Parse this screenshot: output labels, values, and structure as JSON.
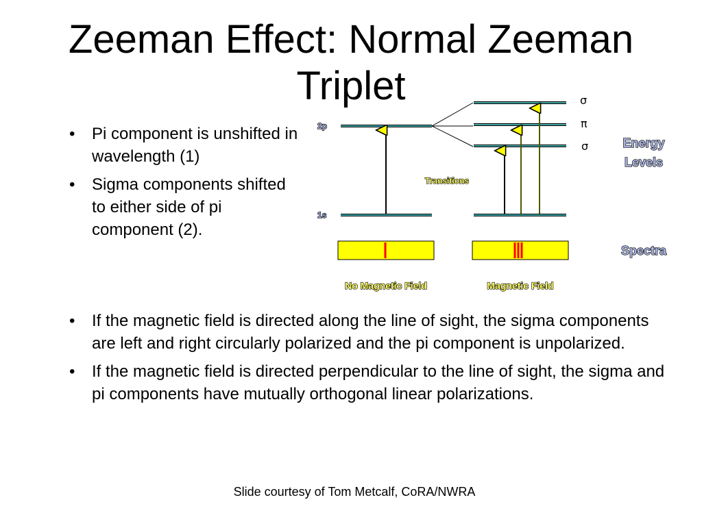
{
  "slide": {
    "title_line1": "Zeeman Effect: Normal Zeeman",
    "title_line2": "Triplet",
    "top_bullets": [
      "Pi component is unshifted in wavelength (1)",
      "Sigma components shifted to either side of pi component (2)."
    ],
    "bottom_bullets": [
      "If the magnetic field is directed along the line of sight, the sigma components are left and right circularly polarized and the pi component is  unpolarized.",
      "If the magnetic field is directed perpendicular to the line of sight, the sigma and pi components have mutually orthogonal linear polarizations."
    ],
    "footer": "Slide courtesy of Tom Metcalf, CoRA/NWRA"
  },
  "diagram": {
    "level_2p": "2p",
    "level_1s": "1s",
    "sigma_top": "σ",
    "pi": "π",
    "sigma_bottom": "σ",
    "energy_line1": "Energy",
    "energy_line2": "Levels",
    "transitions": "Transitions",
    "spectra": "Spectra",
    "no_field": "No Magnetic Field",
    "with_field": "Magnetic Field",
    "colors": {
      "level_line": "#3fa6a6",
      "spectrum_fill": "#ffff00",
      "spectrum_line": "#ff0000",
      "label_fill": "#ffff66",
      "energy_label": "#aab4e0",
      "arrow_green": "#4a5a00"
    }
  }
}
